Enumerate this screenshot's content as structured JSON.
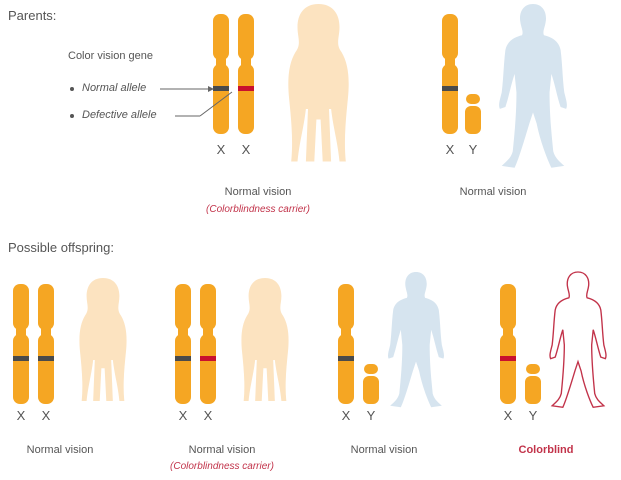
{
  "parents_label": "Parents:",
  "offspring_label": "Possible offspring:",
  "legend": {
    "title": "Color vision gene",
    "normal": "Normal allele",
    "defective": "Defective allele"
  },
  "chrom_labels": {
    "x": "X",
    "y": "Y"
  },
  "colors": {
    "chromosome": "#F5A623",
    "normal_band": "#4a4a4a",
    "defective_band": "#c8102e",
    "female_fill": "#FCE3C0",
    "male_fill": "#D6E4EF",
    "colorblind_outline": "#c2334a"
  },
  "parents": [
    {
      "sex": "female",
      "alleles": [
        "normal",
        "defective"
      ],
      "status": "Normal vision",
      "note": "(Colorblindness carrier)"
    },
    {
      "sex": "male",
      "alleles": [
        "normal"
      ],
      "status": "Normal vision",
      "note": ""
    }
  ],
  "offspring": [
    {
      "sex": "female",
      "alleles": [
        "normal",
        "normal"
      ],
      "status": "Normal vision",
      "note": ""
    },
    {
      "sex": "female",
      "alleles": [
        "normal",
        "defective"
      ],
      "status": "Normal vision",
      "note": "(Colorblindness carrier)"
    },
    {
      "sex": "male",
      "alleles": [
        "normal"
      ],
      "status": "Normal vision",
      "note": ""
    },
    {
      "sex": "male",
      "alleles": [
        "defective"
      ],
      "status": "Colorblind",
      "note": ""
    }
  ]
}
